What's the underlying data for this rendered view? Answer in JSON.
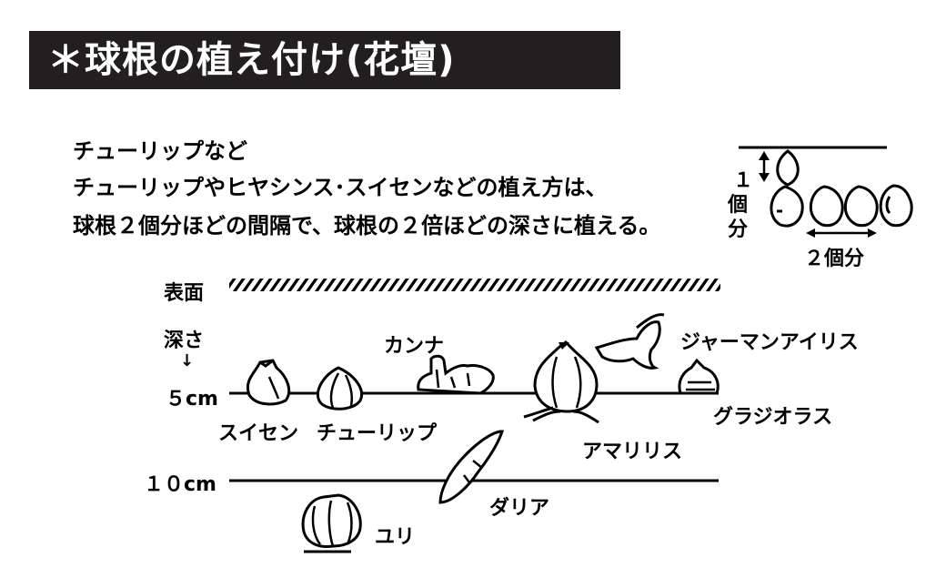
{
  "title": "＊球根の植え付け(花壇)",
  "intro": {
    "heading": "チューリップなど",
    "line1": "チューリップやヒヤシンス･スイセンなどの植え方は、",
    "line2": "球根２個分ほどの間隔で、球根の２倍ほどの深さに植える。"
  },
  "spacing_diagram": {
    "depth_num": "１",
    "depth_unit_1": "個",
    "depth_unit_2": "分",
    "interval_label": "２個分"
  },
  "depth_chart": {
    "surface_label": "表面",
    "depth_label": "深さ",
    "depth_arrow": "↓",
    "level_5": "５cm",
    "level_10": "１０cm"
  },
  "bulbs": {
    "suisen": "スイセン",
    "tulip": "チューリップ",
    "canna": "カンナ",
    "amaryllis": "アマリリス",
    "german_iris": "ジャーマンアイリス",
    "gladiolus": "グラジオラス",
    "dahlia": "ダリア",
    "lily": "ユリ"
  }
}
